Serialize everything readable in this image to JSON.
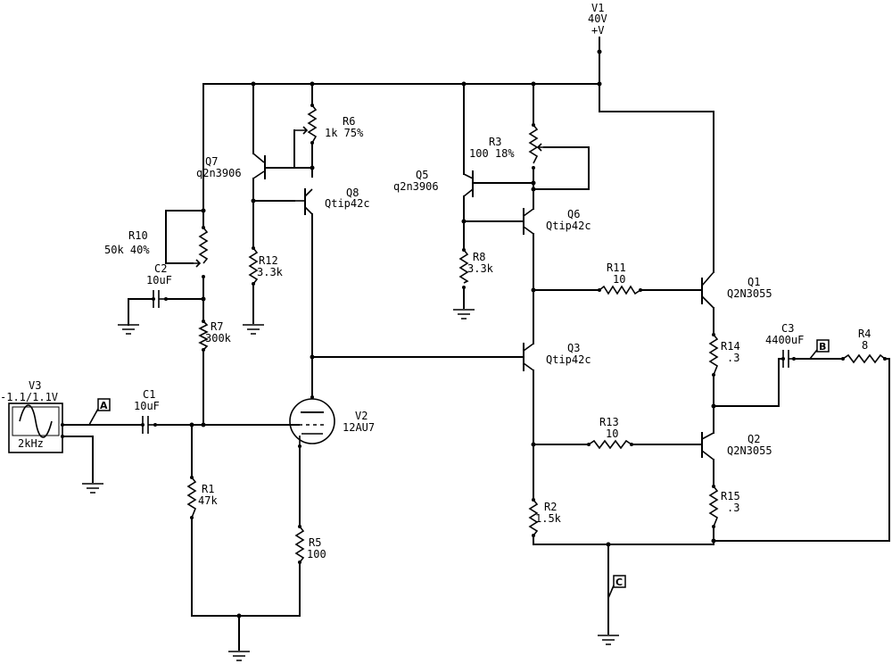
{
  "components": {
    "V1": {
      "ref": "V1",
      "value": "40V",
      "symbol": "+V"
    },
    "V2": {
      "ref": "V2",
      "value": "12AU7"
    },
    "V3": {
      "ref": "V3",
      "value": "-1.1/1.1V",
      "freq": "2kHz"
    },
    "Q1": {
      "ref": "Q1",
      "value": "Q2N3055"
    },
    "Q2": {
      "ref": "Q2",
      "value": "Q2N3055"
    },
    "Q3": {
      "ref": "Q3",
      "value": "Qtip42c"
    },
    "Q5": {
      "ref": "Q5",
      "value": "q2n3906"
    },
    "Q6": {
      "ref": "Q6",
      "value": "Qtip42c"
    },
    "Q7": {
      "ref": "Q7",
      "value": "q2n3906"
    },
    "Q8": {
      "ref": "Q8",
      "value": "Qtip42c"
    },
    "R1": {
      "ref": "R1",
      "value": "47k"
    },
    "R2": {
      "ref": "R2",
      "value": "1.5k"
    },
    "R3": {
      "ref": "R3",
      "value": "100 18%"
    },
    "R4": {
      "ref": "R4",
      "value": "8"
    },
    "R5": {
      "ref": "R5",
      "value": "100"
    },
    "R6": {
      "ref": "R6",
      "value": "1k 75%"
    },
    "R7": {
      "ref": "R7",
      "value": "300k"
    },
    "R8": {
      "ref": "R8",
      "value": "3.3k"
    },
    "R10": {
      "ref": "R10",
      "value": "50k 40%"
    },
    "R11": {
      "ref": "R11",
      "value": "10"
    },
    "R12": {
      "ref": "R12",
      "value": "3.3k"
    },
    "R13": {
      "ref": "R13",
      "value": "10"
    },
    "R14": {
      "ref": "R14",
      "value": ".3"
    },
    "R15": {
      "ref": "R15",
      "value": ".3"
    },
    "C1": {
      "ref": "C1",
      "value": "10uF"
    },
    "C2": {
      "ref": "C2",
      "value": "10uF"
    },
    "C3": {
      "ref": "C3",
      "value": "4400uF"
    }
  },
  "probes": {
    "A": "A",
    "B": "B",
    "C": "C"
  }
}
